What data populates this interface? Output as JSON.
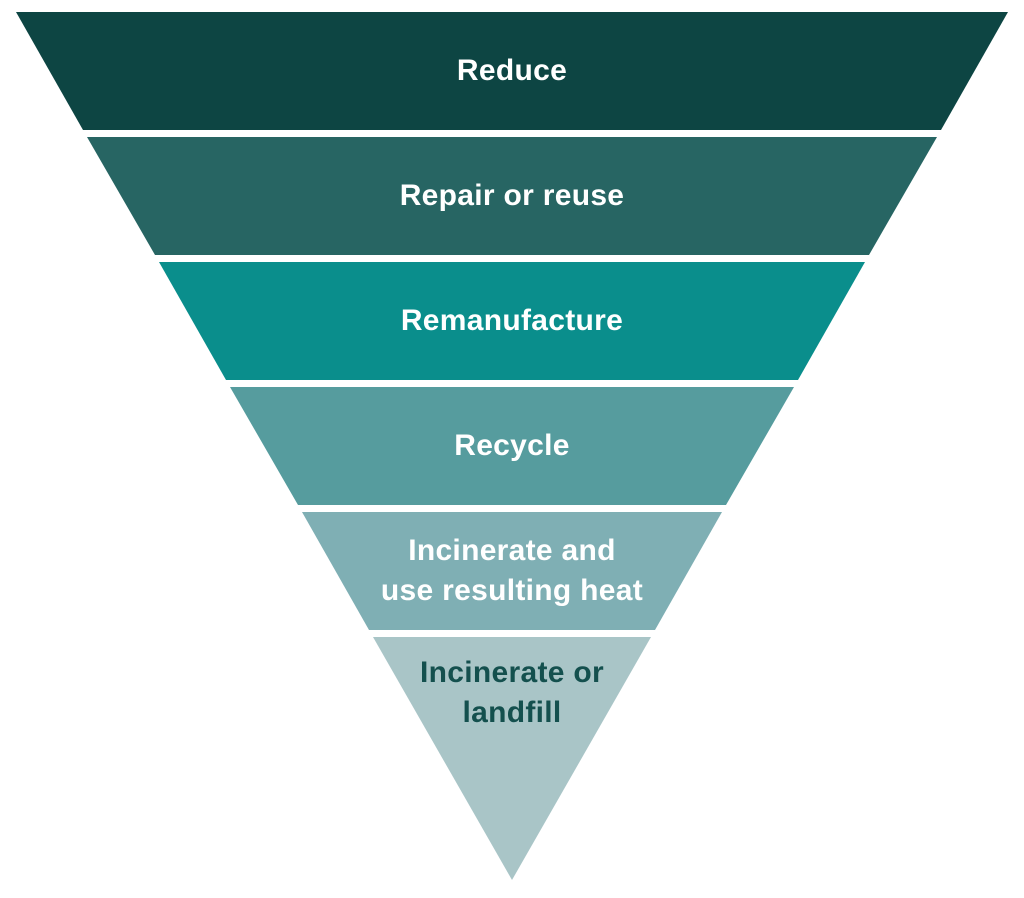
{
  "funnel": {
    "background_color": "#ffffff",
    "separator_color": "#ffffff",
    "tiers": [
      {
        "label": "Reduce",
        "color": "#0d4543",
        "text_color": "#ffffff"
      },
      {
        "label": "Repair or reuse",
        "color": "#276563",
        "text_color": "#ffffff"
      },
      {
        "label": "Remanufacture",
        "color": "#0a8e8c",
        "text_color": "#ffffff"
      },
      {
        "label": "Recycle",
        "color": "#569c9e",
        "text_color": "#ffffff"
      },
      {
        "label": "Incinerate and\nuse resulting heat",
        "color": "#7fafb4",
        "text_color": "#ffffff"
      },
      {
        "label": "Incinerate or\nlandfill",
        "color": "#a9c5c7",
        "text_color": "#14504e"
      }
    ]
  }
}
